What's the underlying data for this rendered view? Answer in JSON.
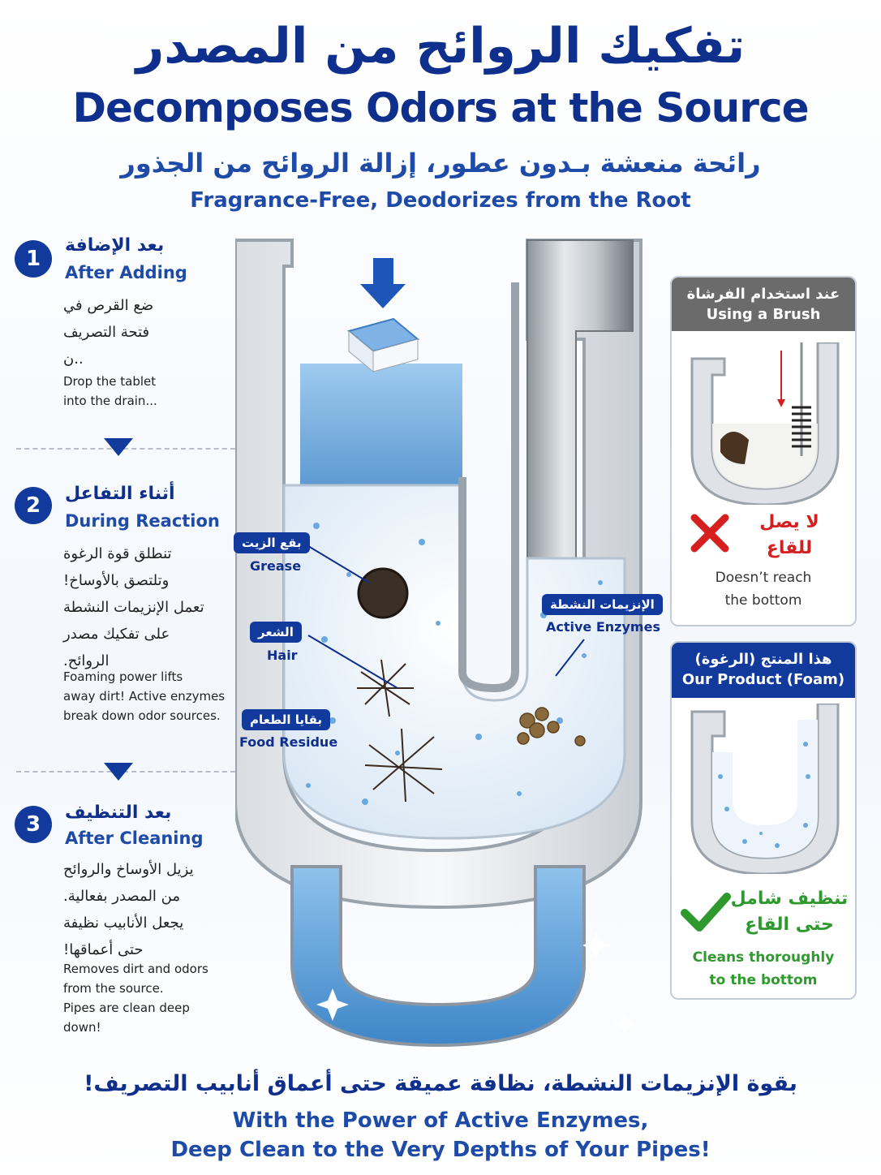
{
  "header": {
    "title_ar": "تفكيك الروائح من المصدر",
    "title_en": "Decomposes Odors at the Source",
    "subtitle_ar": "رائحة منعشة بـدون عطور، إزالة الروائح من الجذور",
    "subtitle_en": "Fragrance-Free, Deodorizes from the Root"
  },
  "steps": [
    {
      "number": "1",
      "title_ar": "بعد الإضافة",
      "title_en": "After Adding",
      "body_ar": [
        "ضع القرص في",
        "فتحة التصريف",
        "..ن"
      ],
      "body_en": [
        "Drop the tablet",
        "into the drain..."
      ]
    },
    {
      "number": "2",
      "title_ar": "أثناء التفاعل",
      "title_en": "During Reaction",
      "body_ar": [
        "تنطلق قوة الرغوة",
        "وتلتصق بالأوساخ!",
        "تعمل الإنزيمات النشطة",
        "على تفكيك مصدر",
        "الروائح."
      ],
      "body_en": [
        "Foaming power lifts",
        "away dirt! Active enzymes",
        "break down odor sources."
      ]
    },
    {
      "number": "3",
      "title_ar": "بعد التنظيف",
      "title_en": "After Cleaning",
      "body_ar": [
        "يزيل الأوساخ والروائح",
        "من المصدر بفعالية.",
        "يجعل الأنابيب نظيفة",
        "حتى أعماقها!"
      ],
      "body_en": [
        "Removes dirt and odors",
        "from the source.",
        "Pipes are clean deep",
        "down!"
      ]
    }
  ],
  "callouts": {
    "grease": {
      "ar": "بقع الزيت",
      "en": "Grease"
    },
    "hair": {
      "ar": "الشعر",
      "en": "Hair"
    },
    "food": {
      "ar": "بقايا الطعام",
      "en": "Food Residue"
    },
    "enzymes": {
      "ar": "الإنزيمات النشطة",
      "en": "Active Enzymes"
    }
  },
  "brush_panel": {
    "title_ar": "عند استخدام الفرشاة",
    "title_en": "Using a Brush",
    "result_ar_1": "لا يصل",
    "result_ar_2": "للقاع",
    "result_en_1": "Doesn’t reach",
    "result_en_2": "the bottom",
    "icon": "cross-icon"
  },
  "product_panel": {
    "title_ar": "هذا المنتج (الرغوة)",
    "title_en": "Our Product (Foam)",
    "result_ar_1": "تنظيف شامل",
    "result_ar_2": "حتى القاع",
    "result_en_1": "Cleans thoroughly",
    "result_en_2": "to the bottom",
    "icon": "check-icon"
  },
  "footer": {
    "text_ar": "بقوة الإنزيمات النشطة، نظافة عميقة حتى أعماق أنابيب التصريف!",
    "text_en_1": "With the Power of Active Enzymes,",
    "text_en_2": "Deep Clean to the Very Depths of Your Pipes!"
  },
  "colors": {
    "brand_blue": "#0f2f8c",
    "accent_blue": "#1e4aa8",
    "badge_blue": "#123a9c",
    "cross_red": "#d62020",
    "check_green": "#2e9a2e",
    "header_gray": "#6b6b6b"
  }
}
